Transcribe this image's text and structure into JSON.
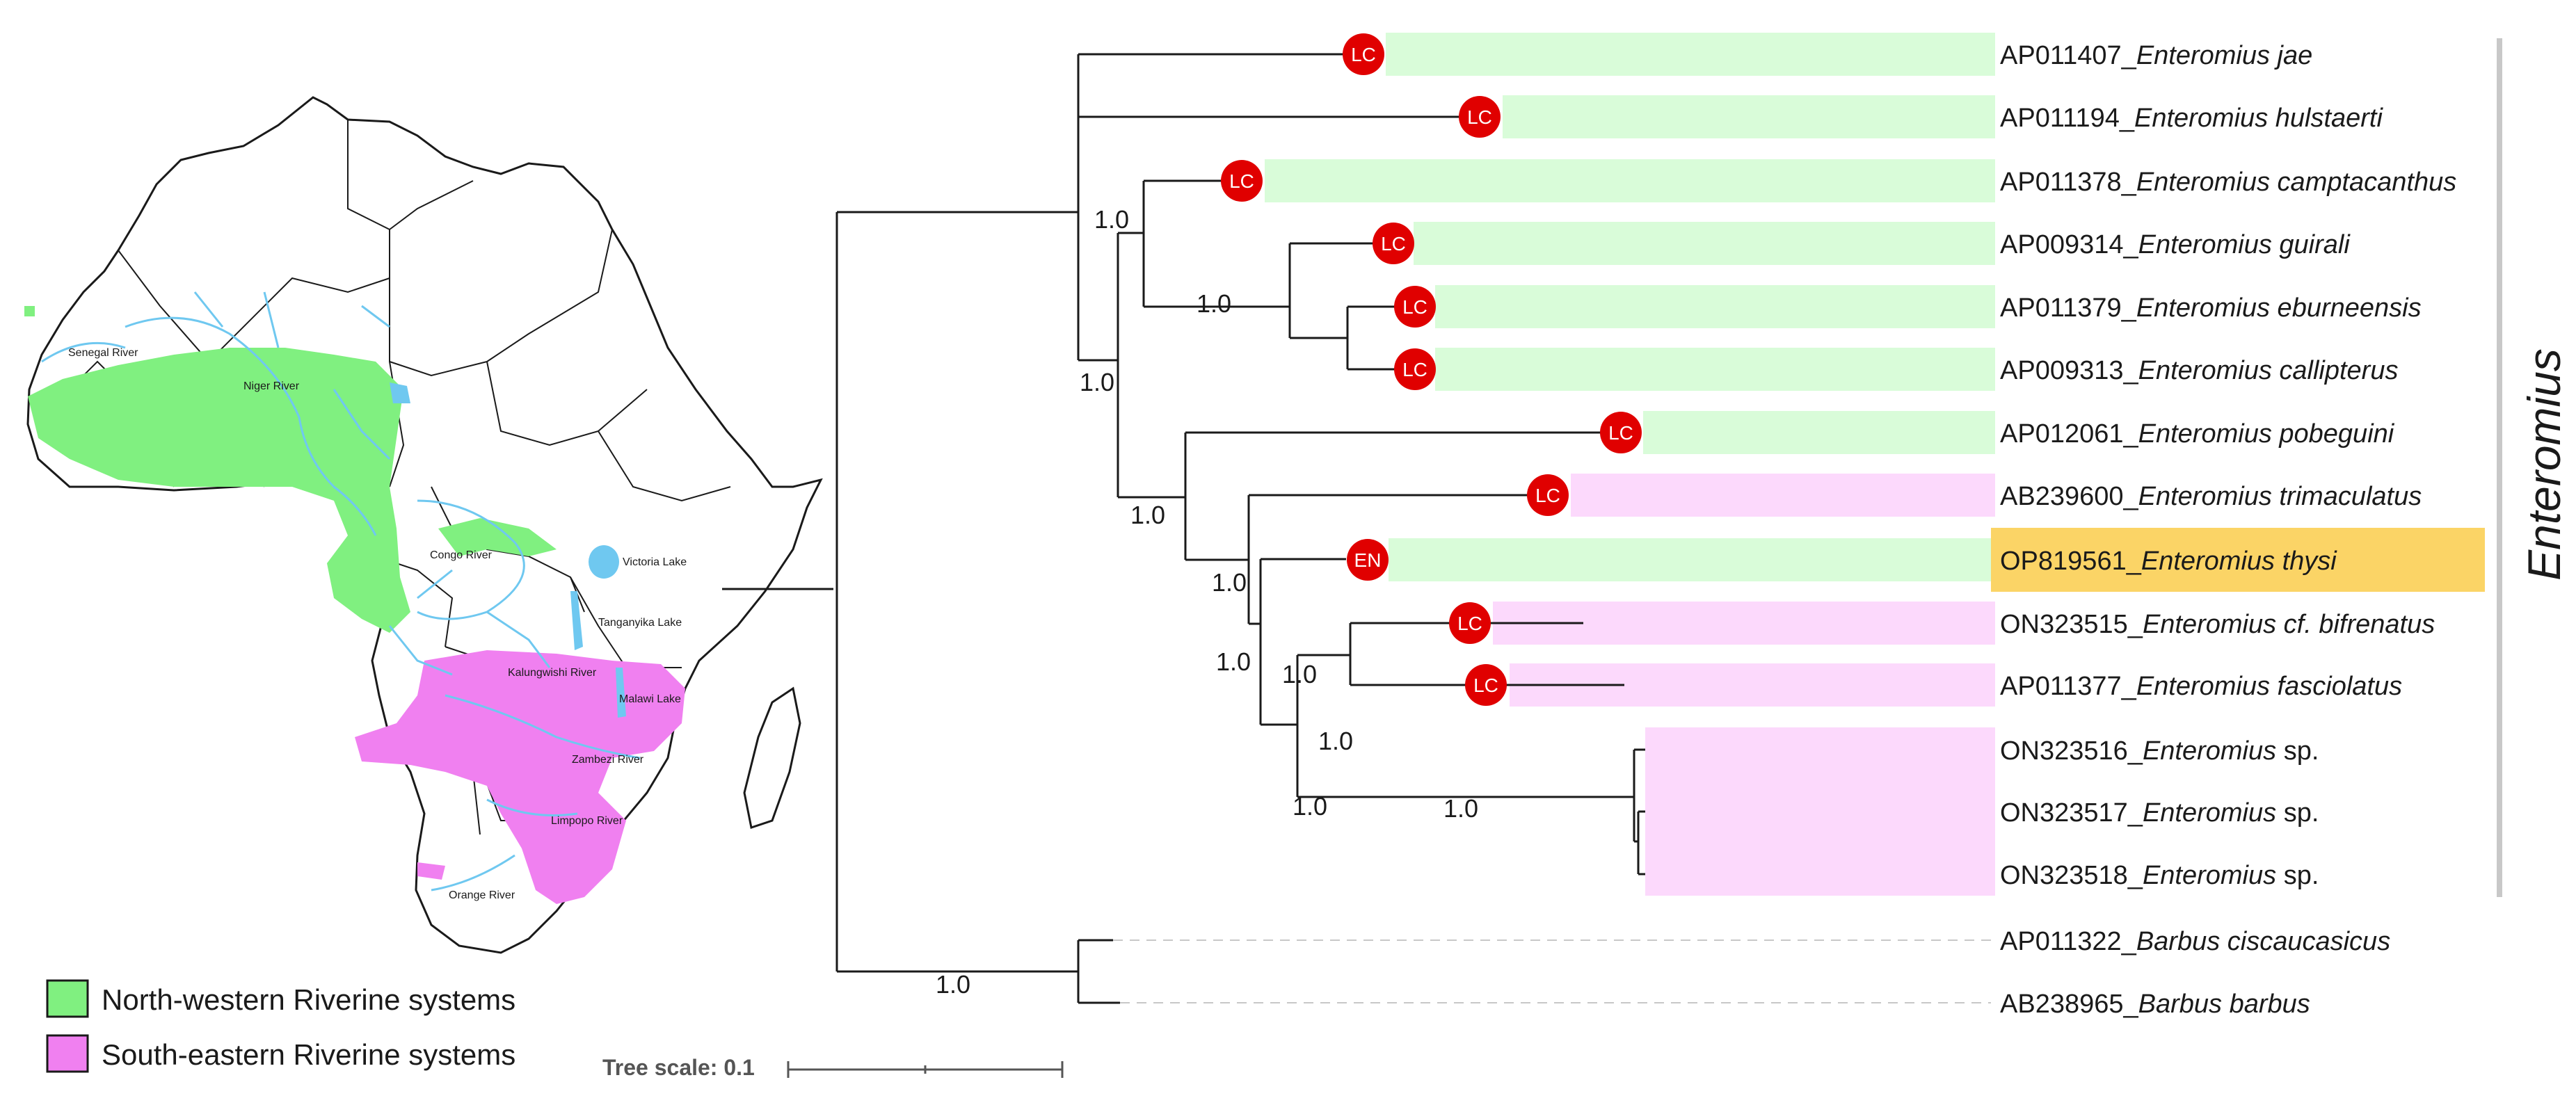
{
  "map": {
    "rivers": [
      "Senegal River",
      "Niger River",
      "Congo River",
      "Kalungwishi River",
      "Zambezi River",
      "Limpopo River",
      "Orange River"
    ],
    "lakes": [
      "Victoria Lake",
      "Tanganyika Lake",
      "Malawi Lake"
    ],
    "colors": {
      "north_western": "#80f080",
      "south_eastern": "#f080f0",
      "water": "#6fc8f0"
    }
  },
  "legend": {
    "north_western": "North-western Riverine systems",
    "south_eastern": "South-eastern Riverine systems"
  },
  "tree": {
    "scale_label": "Tree scale: 0.1",
    "genus_label": "Enteromius",
    "taxa": [
      {
        "accession": "AP011407_",
        "species": "Enteromius jae",
        "status": "LC",
        "region": "nw"
      },
      {
        "accession": "AP011194_",
        "species": "Enteromius hulstaerti",
        "status": "LC",
        "region": "nw"
      },
      {
        "accession": "AP011378_",
        "species": "Enteromius camptacanthus",
        "status": "LC",
        "region": "nw"
      },
      {
        "accession": "AP009314_",
        "species": "Enteromius guirali",
        "status": "LC",
        "region": "nw"
      },
      {
        "accession": "AP011379_",
        "species": "Enteromius eburneensis",
        "status": "LC",
        "region": "nw"
      },
      {
        "accession": "AP009313_",
        "species": "Enteromius callipterus",
        "status": "LC",
        "region": "nw"
      },
      {
        "accession": "AP012061_",
        "species": "Enteromius pobeguini",
        "status": "LC",
        "region": "nw"
      },
      {
        "accession": "AB239600_",
        "species": "Enteromius trimaculatus",
        "status": "LC",
        "region": "se"
      },
      {
        "accession": "OP819561_",
        "species": "Enteromius thysi",
        "status": "EN",
        "region": "nw",
        "highlight": true
      },
      {
        "accession": "ON323515_",
        "species": "Enteromius cf. bifrenatus",
        "status": "LC",
        "region": "se"
      },
      {
        "accession": "AP011377_",
        "species": "Enteromius fasciolatus",
        "status": "LC",
        "region": "se"
      },
      {
        "accession": "ON323516_",
        "species": "Enteromius",
        "suffix": " sp.",
        "region": "se"
      },
      {
        "accession": "ON323517_",
        "species": "Enteromius",
        "suffix": " sp.",
        "region": "se"
      },
      {
        "accession": "ON323518_",
        "species": "Enteromius",
        "suffix": " sp.",
        "region": "se"
      },
      {
        "accession": "AP011322_",
        "species": "Barbus ciscaucasicus"
      },
      {
        "accession": "AB238965_",
        "species": "Barbus barbus"
      }
    ],
    "support_values": [
      "1.0",
      "1.0",
      "1.0",
      "1.0",
      "1.0",
      "1.0",
      "1.0",
      "1.0",
      "1.0",
      "1.0",
      "1.0"
    ],
    "colors": {
      "nw_band": "#d9fcd9",
      "se_band": "#fcd9fc",
      "highlight": "#fbd466",
      "status_badge": "#e00000",
      "bracket": "#c8c8c8"
    }
  }
}
